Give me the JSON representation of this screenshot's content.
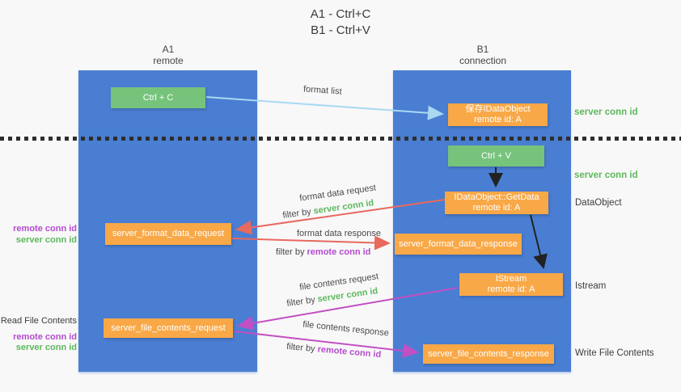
{
  "title": {
    "line1": "A1 - Ctrl+C",
    "line2": "B1 - Ctrl+V"
  },
  "columns": {
    "a1": {
      "name": "A1",
      "subtitle": "remote"
    },
    "b1": {
      "name": "B1",
      "subtitle": "connection"
    }
  },
  "nodes": {
    "ctrl_c": {
      "label": "Ctrl + C"
    },
    "save_idataobject": {
      "line1": "保存IDataObject",
      "line2": "remote id: A"
    },
    "ctrl_v": {
      "label": "Ctrl + V"
    },
    "getdata": {
      "line1": "IDataObject::GetData",
      "line2": "remote id: A"
    },
    "format_request": {
      "label": "server_format_data_request"
    },
    "format_response": {
      "label": "server_format_data_response"
    },
    "istream": {
      "line1": "IStream",
      "line2": "remote id: A"
    },
    "file_request": {
      "label": "server_file_contents_request"
    },
    "file_response": {
      "label": "server_file_contents_response"
    }
  },
  "labels": {
    "format_list": "format list",
    "format_data_request": "format data request",
    "format_data_response": "format data response",
    "file_contents_request": "file contents request",
    "file_contents_response": "file contents response",
    "filter_by": "filter by",
    "server_conn_id": "server conn id",
    "remote_conn_id": "remote conn id",
    "dataobject": "DataObject",
    "istream": "Istream",
    "read_file_contents": "Read File Contents",
    "write_file_contents": "Write File Contents"
  },
  "colors": {
    "column_blue": "#4a7ed2",
    "box_green": "#76c37c",
    "box_orange": "#f9a847",
    "arrow_red": "#e8695e",
    "arrow_magenta": "#c24fc4",
    "arrow_light_blue": "#a9d9f2",
    "arrow_black": "#222222",
    "text_green": "#5cb85c",
    "text_purple": "#b44bcf"
  }
}
